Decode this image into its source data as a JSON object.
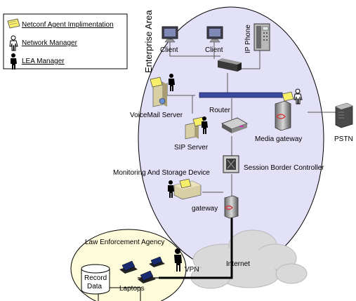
{
  "legend": {
    "items": [
      {
        "label": "Netconf Agent Implimentation",
        "icon": "netconf-agent-note-icon"
      },
      {
        "label": "Network Manager",
        "icon": "network-manager-person-icon"
      },
      {
        "label": "LEA Manager",
        "icon": "lea-manager-person-icon"
      }
    ]
  },
  "enterprise_area": {
    "title": "Enterprise Area"
  },
  "nodes": {
    "client1": "Client",
    "client2": "Client",
    "ip_phone": "IP Phone",
    "voicemail": "VoiceMail Server",
    "router": "Router",
    "sip_server": "SIP Server",
    "media_gateway": "Media gateway",
    "pstn": "PSTN",
    "sbc": "Session Border Controller",
    "monitoring": "Monitoring And Storage Device",
    "gateway": "gateway",
    "internet": "Internet",
    "vpn": "VPN",
    "lea": "Law Enforcement Agency",
    "record_data_1": "Record",
    "record_data_2": "Data",
    "laptops": "Laptops"
  },
  "colors": {
    "ellipse_fill": "#e3e1f7",
    "lea_fill": "#fdfbd9",
    "cloud_fill": "#dcdcdc",
    "note_fill": "#f7ee6a",
    "link_color": "#555555",
    "wan_color": "#000000"
  }
}
